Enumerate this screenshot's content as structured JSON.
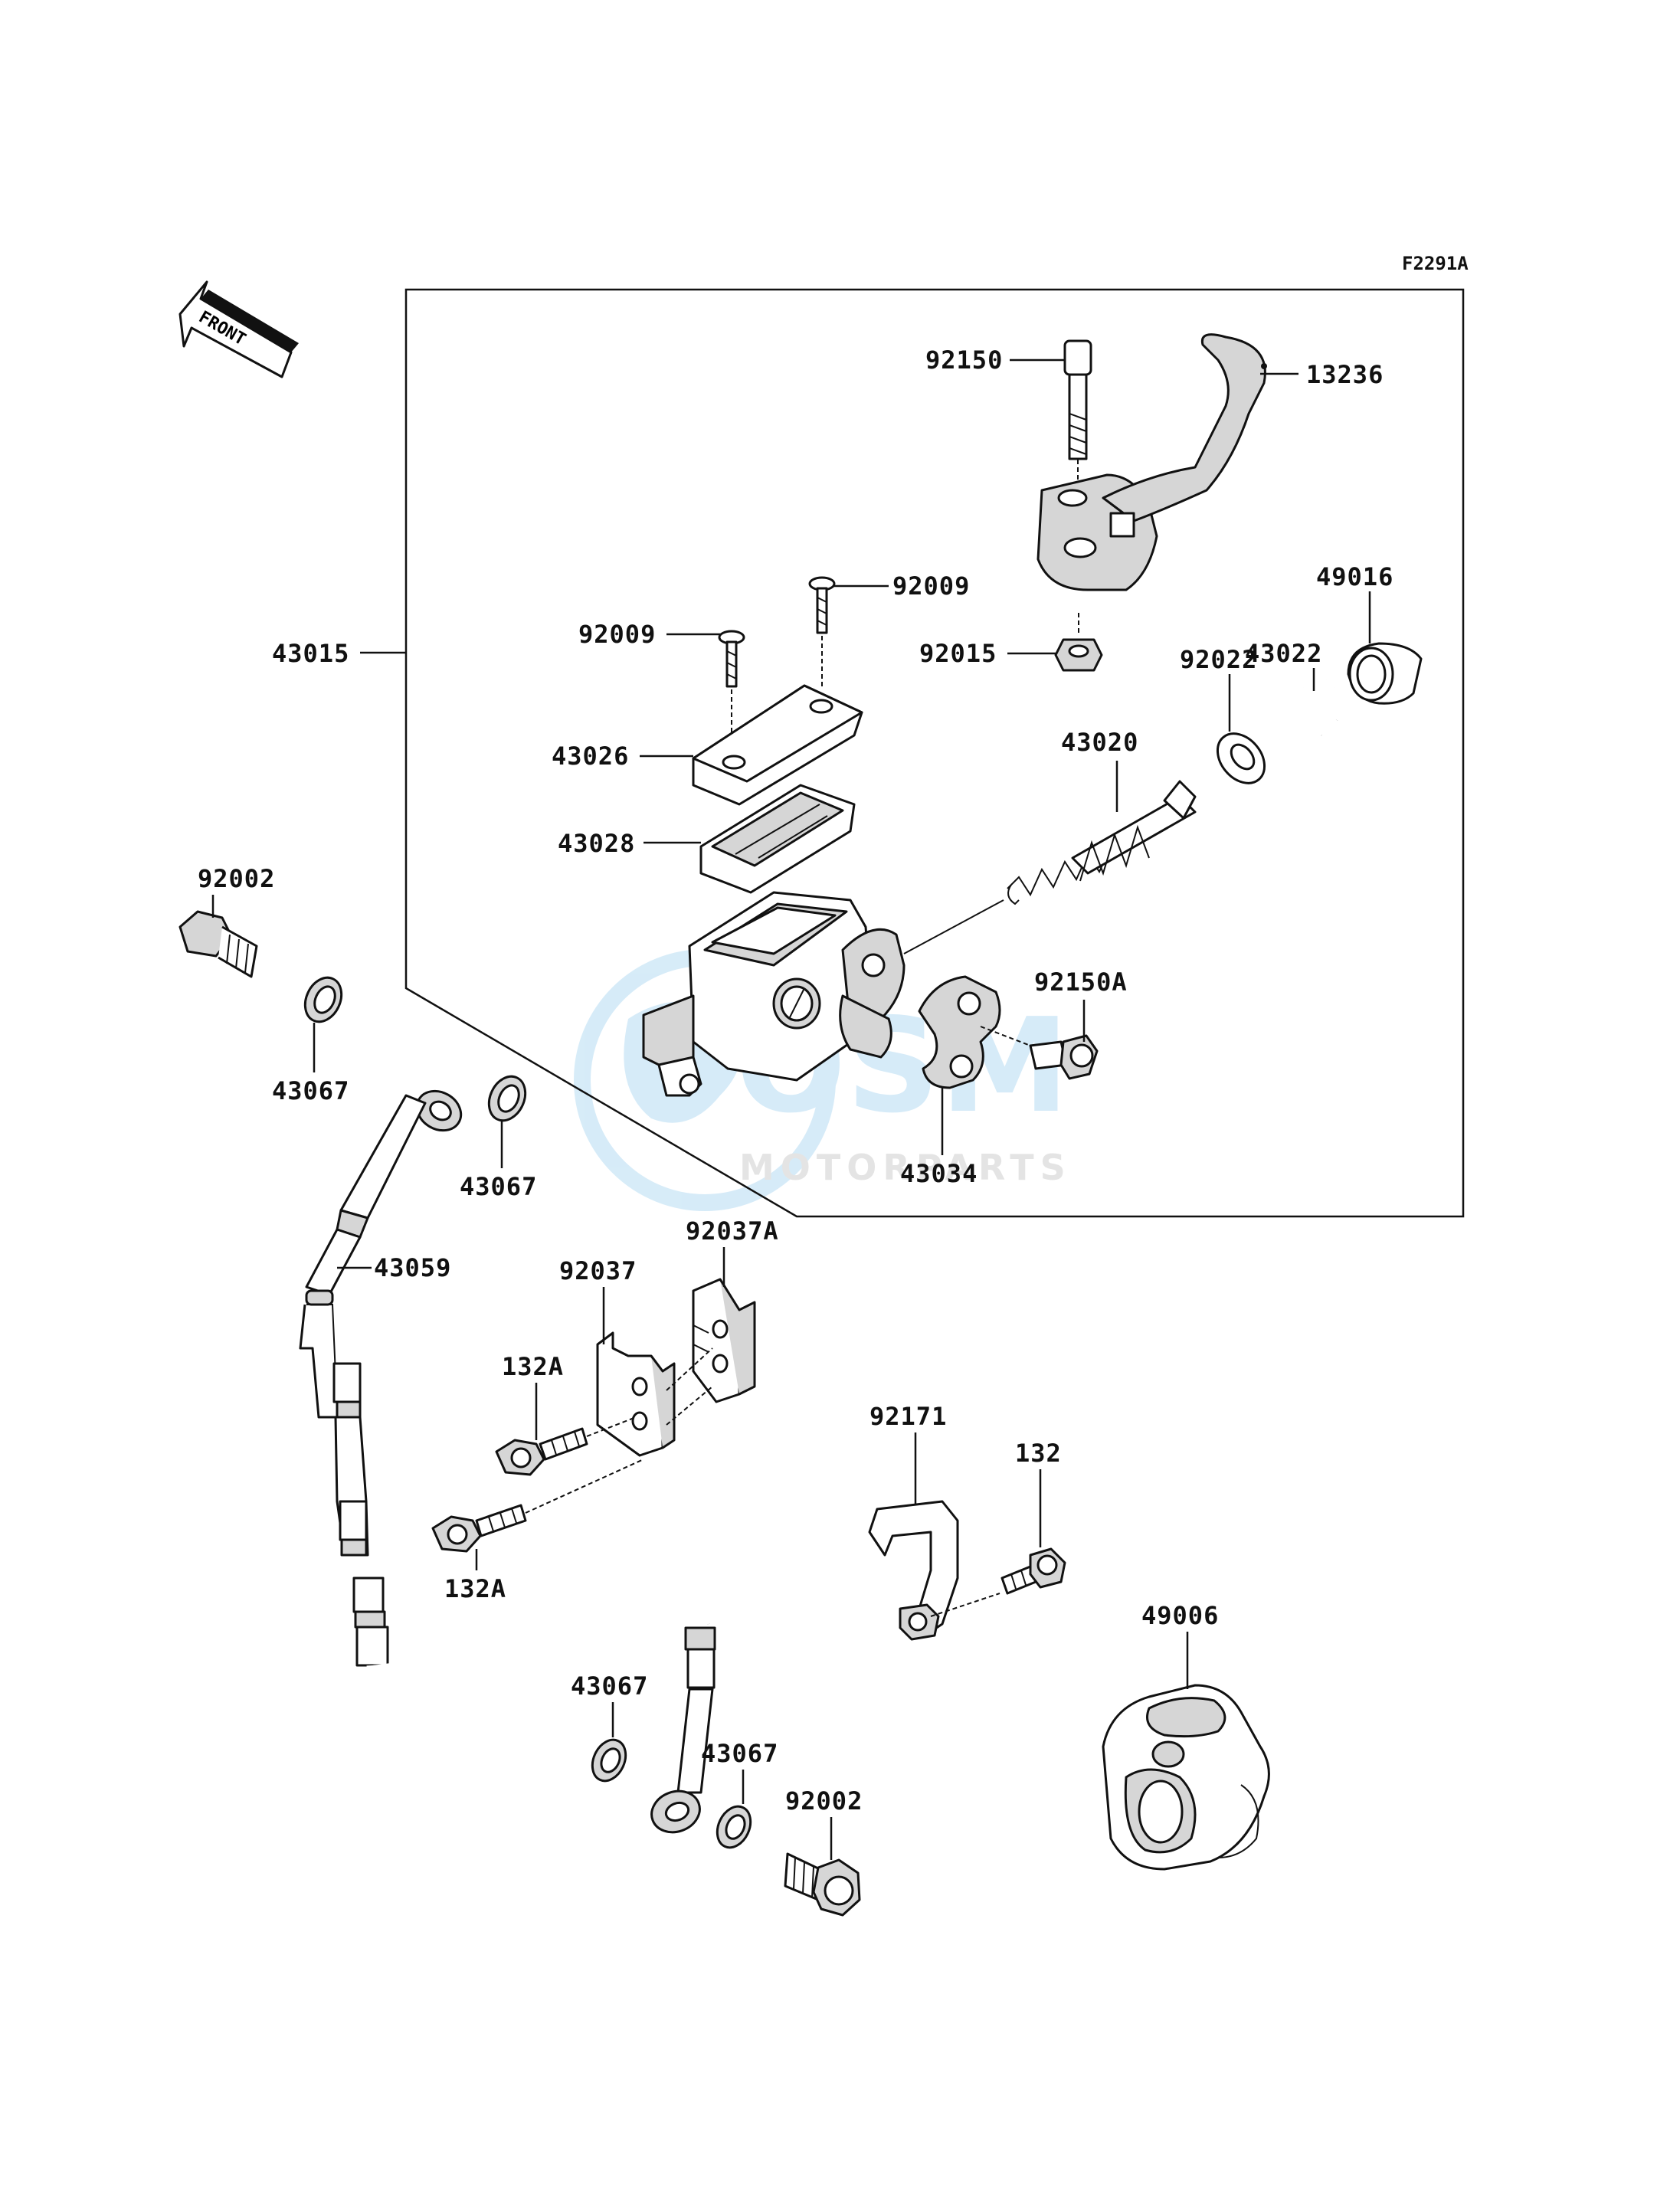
{
  "figure_code": "F2291A",
  "front_arrow_text": "FRONT",
  "watermark": {
    "brand": "OSM",
    "sub": "MOTORPARTS",
    "color": "#4aa8e0"
  },
  "parts": {
    "p92150": "92150",
    "p13236": "13236",
    "p92009a": "92009",
    "p92009b": "92009",
    "p43015": "43015",
    "p92015": "92015",
    "p49016": "49016",
    "p43022": "43022",
    "p92022": "92022",
    "p43026": "43026",
    "p43020": "43020",
    "p43028": "43028",
    "p92002a": "92002",
    "p92150A": "92150A",
    "p43067a": "43067",
    "p43067b": "43067",
    "p43034": "43034",
    "p43059": "43059",
    "p92037A": "92037A",
    "p92037": "92037",
    "p132Aa": "132A",
    "p92171": "92171",
    "p132": "132",
    "p132Ab": "132A",
    "p49006": "49006",
    "p43067c": "43067",
    "p43067d": "43067",
    "p92002b": "92002"
  }
}
